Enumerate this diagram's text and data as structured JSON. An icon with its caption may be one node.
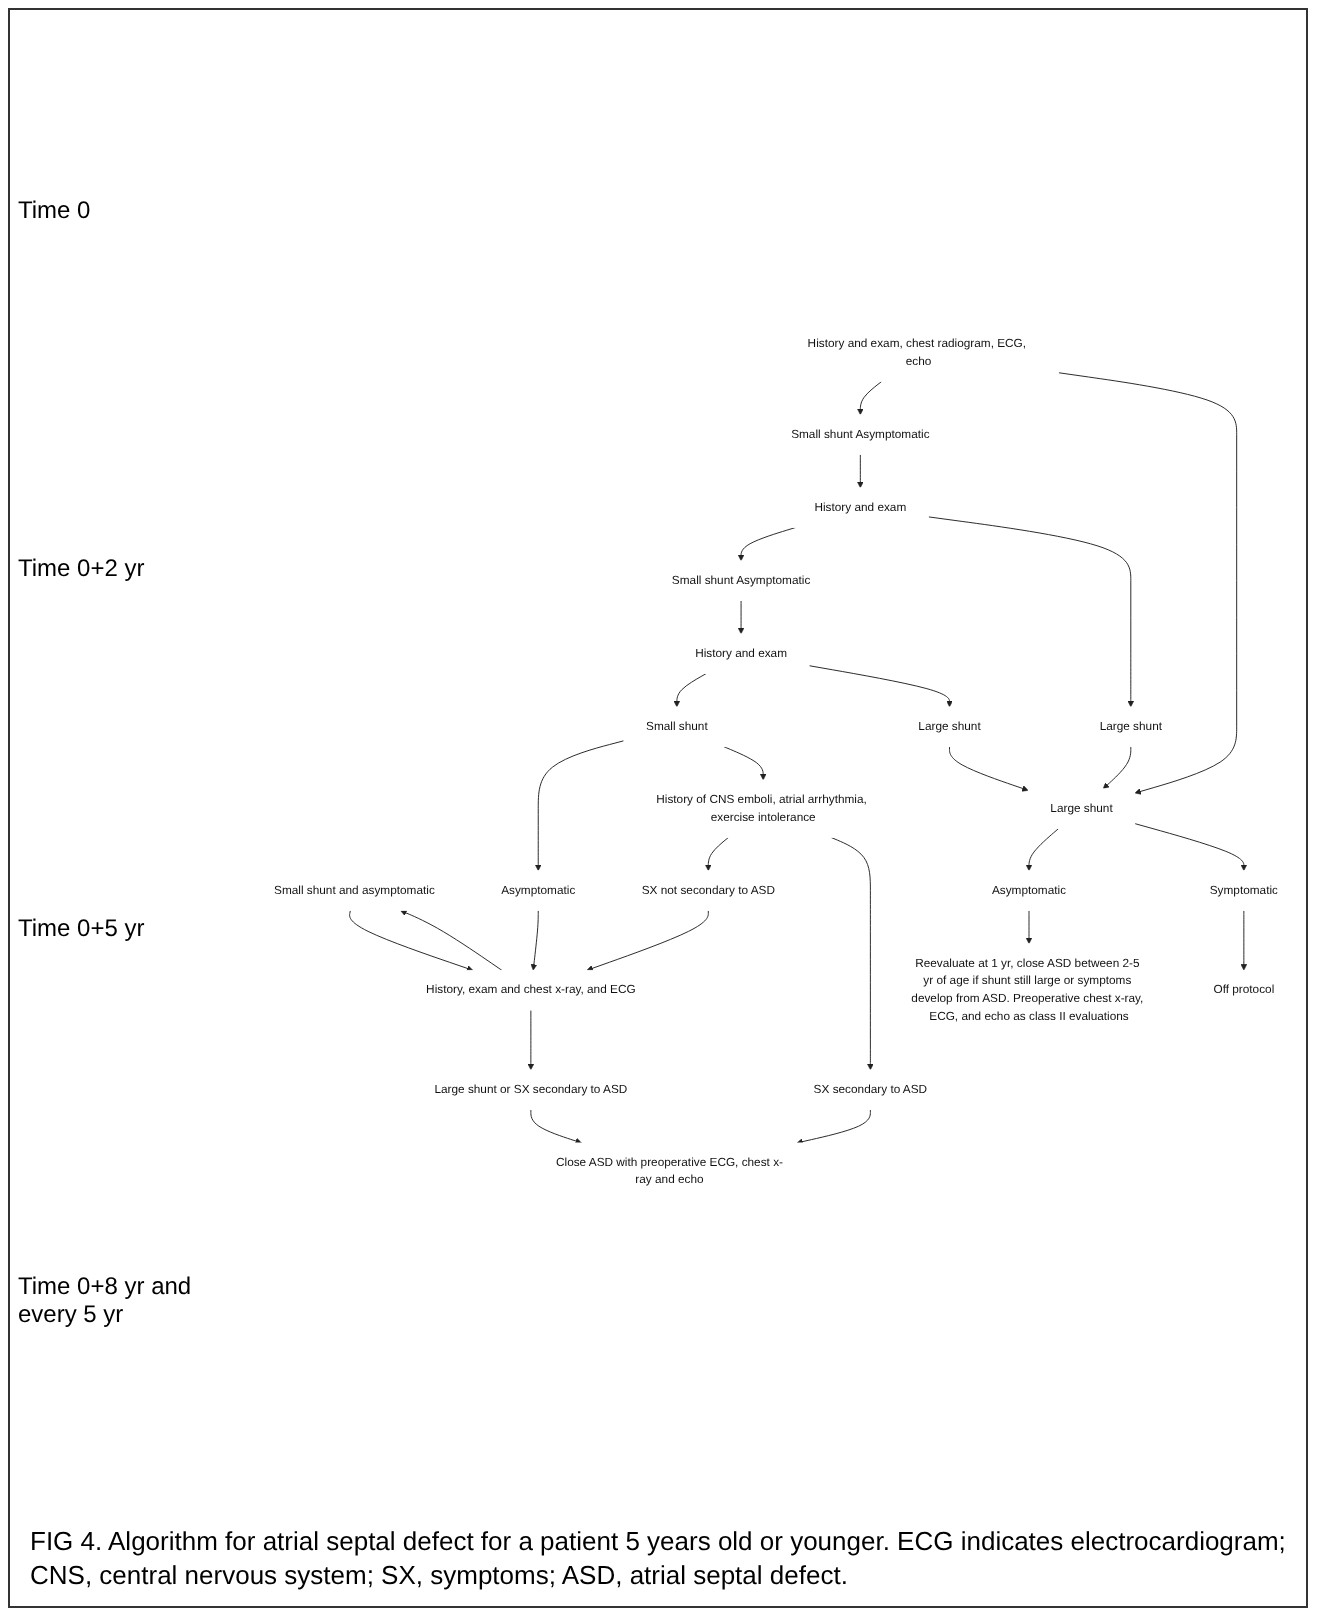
{
  "diagram": {
    "caption": "FIG 4. Algorithm for atrial septal defect for a patient 5 years old or younger. ECG indicates electrocardiogram; CNS, central nervous system; SX, symptoms; ASD, atrial septal defect.",
    "nodes": [
      {
        "text": [
          "History and exam, chest radiogram, ECG, echo"
        ]
      },
      {
        "text": [
          "Small shunt Asymptomatic"
        ]
      },
      {
        "text": [
          "Large shunt"
        ]
      },
      {
        "text": [
          "Asymptomatic"
        ]
      },
      {
        "text": [
          "Symptomatic"
        ]
      },
      {
        "text": [
          "Off protocol"
        ]
      },
      {
        "text": [
          "History and exam"
        ]
      },
      {
        "text": [
          "Small shunt Asymptomatic"
        ]
      },
      {
        "text": [
          "Large shunt"
        ]
      },
      {
        "text": [
          "History and exam"
        ]
      },
      {
        "text": [
          "Small shunt"
        ]
      },
      {
        "text": [
          "Large shunt"
        ]
      },
      {
        "text": [
          "Asymptomatic"
        ]
      },
      {
        "text": [
          "History of CNS emboli, atrial arrhythmia, exercise intolerance"
        ]
      },
      {
        "text": [
          "SX not secondary to ASD"
        ]
      },
      {
        "text": [
          "SX secondary to ASD"
        ]
      },
      {
        "text": [
          "History, exam and chest x-ray, and ECG"
        ]
      },
      {
        "text": [
          "Small shunt and asymptomatic"
        ]
      },
      {
        "text": [
          "Large shunt or SX secondary to ASD"
        ]
      },
      {
        "text": [
          "Close ASD with preoperative ECG, chest x-ray and echo"
        ]
      },
      {
        "text": [
          "Reevaluate at 1 yr, close ASD between 2-5 yr of age if shunt still large or symptoms develop from ASD. Preoperative chest x-ray, ECG, and echo as class II evaluations"
        ]
      }
    ],
    "edges": [
      {
        "from": 0,
        "to": 1,
        "arrow": "to"
      },
      {
        "from": 0,
        "to": 2,
        "arrow": "to"
      },
      {
        "from": 2,
        "to": 3,
        "arrow": "to"
      },
      {
        "from": 2,
        "to": 4,
        "arrow": "to"
      },
      {
        "from": 4,
        "to": 5,
        "arrow": "to"
      },
      {
        "from": 3,
        "to": 20,
        "arrow": "to"
      },
      {
        "from": 1,
        "to": 6,
        "arrow": "to"
      },
      {
        "from": 6,
        "to": 7,
        "arrow": "to"
      },
      {
        "from": 6,
        "to": 8,
        "arrow": "to"
      },
      {
        "from": 8,
        "to": 2,
        "arrow": "to"
      },
      {
        "from": 7,
        "to": 9,
        "arrow": "to"
      },
      {
        "from": 9,
        "to": 10,
        "arrow": "to"
      },
      {
        "from": 9,
        "to": 11,
        "arrow": "to"
      },
      {
        "from": 11,
        "to": 2,
        "arrow": "to"
      },
      {
        "from": 10,
        "to": 12,
        "arrow": "to"
      },
      {
        "from": 10,
        "to": 13,
        "arrow": "to"
      },
      {
        "from": 13,
        "to": 14,
        "arrow": "to"
      },
      {
        "from": 13,
        "to": 15,
        "arrow": "to"
      },
      {
        "from": 14,
        "to": 16,
        "arrow": "to"
      },
      {
        "from": 12,
        "to": 16,
        "arrow": "to"
      },
      {
        "from": 15,
        "to": 19,
        "arrow": "to"
      },
      {
        "from": 16,
        "to": 17,
        "arrow": "to"
      },
      {
        "from": 16,
        "to": 18,
        "arrow": "to"
      },
      {
        "from": 17,
        "to": 16,
        "arrow": "to"
      },
      {
        "from": 18,
        "to": 19,
        "arrow": "to"
      }
    ],
    "labels": [
      "Time 0",
      "Time 0+2 yr",
      "Time 0+5 yr",
      "Time 0+8 yr and every 5 yr"
    ]
  }
}
